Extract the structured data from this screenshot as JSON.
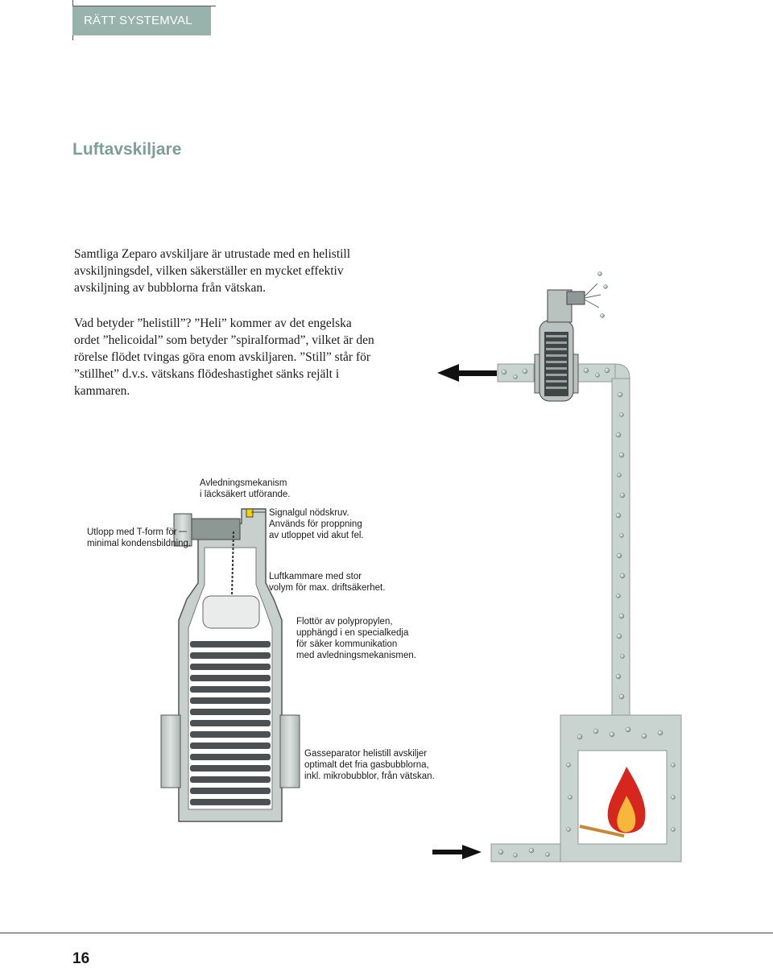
{
  "header": {
    "section_label": "RÄTT SYSTEMVAL"
  },
  "heading": "Luftavskiljare",
  "paragraphs": [
    "Samtliga Zeparo avskiljare är utrustade med en helistill avskiljningsdel, vilken säkerställer en mycket effektiv avskiljning av bubblorna från vätskan.",
    "Vad betyder ”helistill”? ”Heli” kommer av det engelska ordet ”helicoidal” som betyder ”spiralformad”, vilket är den rörelse flödet tvingas göra enom avskiljaren. ”Still” står för ”stillhet” d.v.s. vätskans flödeshastighet sänks rejält i kammaren."
  ],
  "callouts": {
    "deflection": "Avledningsmekanism\ni läcksäkert utförande.",
    "outlet": "Utlopp med T-form för\nminimal kondensbildning.",
    "signal_screw": "Signalgul nödskruv.\nAnvänds för proppning\n av utloppet vid akut fel.",
    "air_chamber": "Luftkammare med stor\nvolym för max. driftsäkerhet.",
    "float": "Flottör av polypropylen,\nupphängd i en specialkedja\n för säker kommunikation\n med avledningsmekanismen.",
    "separator": "Gasseparator helistill avskiljer\noptimalt det fria gasbubblorna,\ninkl. mikrobubblor, från vätskan."
  },
  "colors": {
    "tab": "#97b3ac",
    "heading": "#7e9f98",
    "pipe": "#c9d3d0",
    "device_body": "#c8d0cd",
    "flame_outer": "#d7261e",
    "flame_inner": "#f6b73c",
    "signal_yellow": "#f2d400"
  },
  "footer": {
    "page_number": "16"
  }
}
